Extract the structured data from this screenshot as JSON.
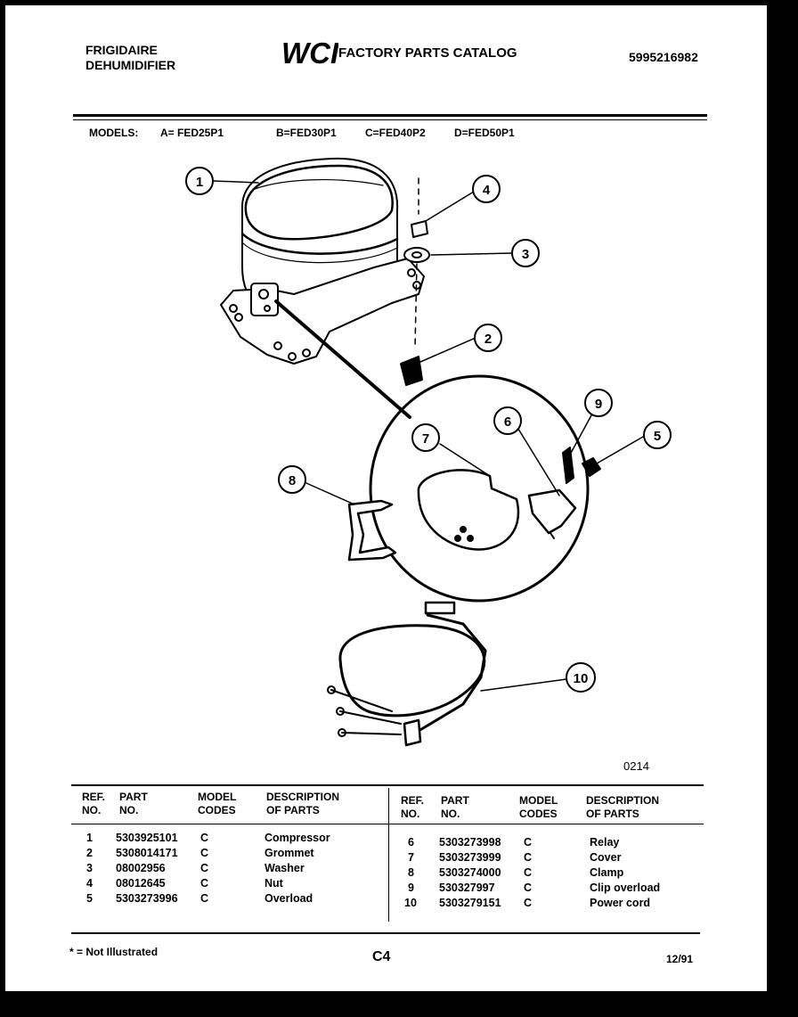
{
  "header": {
    "brand_line1": "FRIGIDAIRE",
    "brand_line2": "DEHUMIDIFIER",
    "logo_text": "WCI",
    "catalog_title": "FACTORY PARTS CATALOG",
    "catalog_number": "5995216982"
  },
  "models": {
    "label": "MODELS:",
    "a": "A= FED25P1",
    "b": "B=FED30P1",
    "c": "C=FED40P2",
    "d": "D=FED50P1"
  },
  "diagram": {
    "callouts": [
      "1",
      "2",
      "3",
      "4",
      "5",
      "6",
      "7",
      "8",
      "9",
      "10"
    ],
    "drawing_code": "0214"
  },
  "table": {
    "headers": {
      "ref_no": [
        "REF.",
        "NO."
      ],
      "part_no": [
        "PART",
        "NO."
      ],
      "model_codes": [
        "MODEL",
        "CODES"
      ],
      "description": [
        "DESCRIPTION",
        "OF PARTS"
      ]
    },
    "left_rows": [
      {
        "ref": "1",
        "part": "5303925101",
        "code": "C",
        "desc": "Compressor"
      },
      {
        "ref": "2",
        "part": "5308014171",
        "code": "C",
        "desc": "Grommet"
      },
      {
        "ref": "3",
        "part": "08002956",
        "code": "C",
        "desc": "Washer"
      },
      {
        "ref": "4",
        "part": "08012645",
        "code": "C",
        "desc": "Nut"
      },
      {
        "ref": "5",
        "part": "5303273996",
        "code": "C",
        "desc": "Overload"
      }
    ],
    "right_rows": [
      {
        "ref": "6",
        "part": "5303273998",
        "code": "C",
        "desc": "Relay"
      },
      {
        "ref": "7",
        "part": "5303273999",
        "code": "C",
        "desc": "Cover"
      },
      {
        "ref": "8",
        "part": "5303274000",
        "code": "C",
        "desc": "Clamp"
      },
      {
        "ref": "9",
        "part": "530327997",
        "code": "C",
        "desc": "Clip overload"
      },
      {
        "ref": "10",
        "part": "5303279151",
        "code": "C",
        "desc": "Power cord"
      }
    ]
  },
  "footer": {
    "note": "* = Not Illustrated",
    "page_code": "C4",
    "date": "12/91"
  }
}
